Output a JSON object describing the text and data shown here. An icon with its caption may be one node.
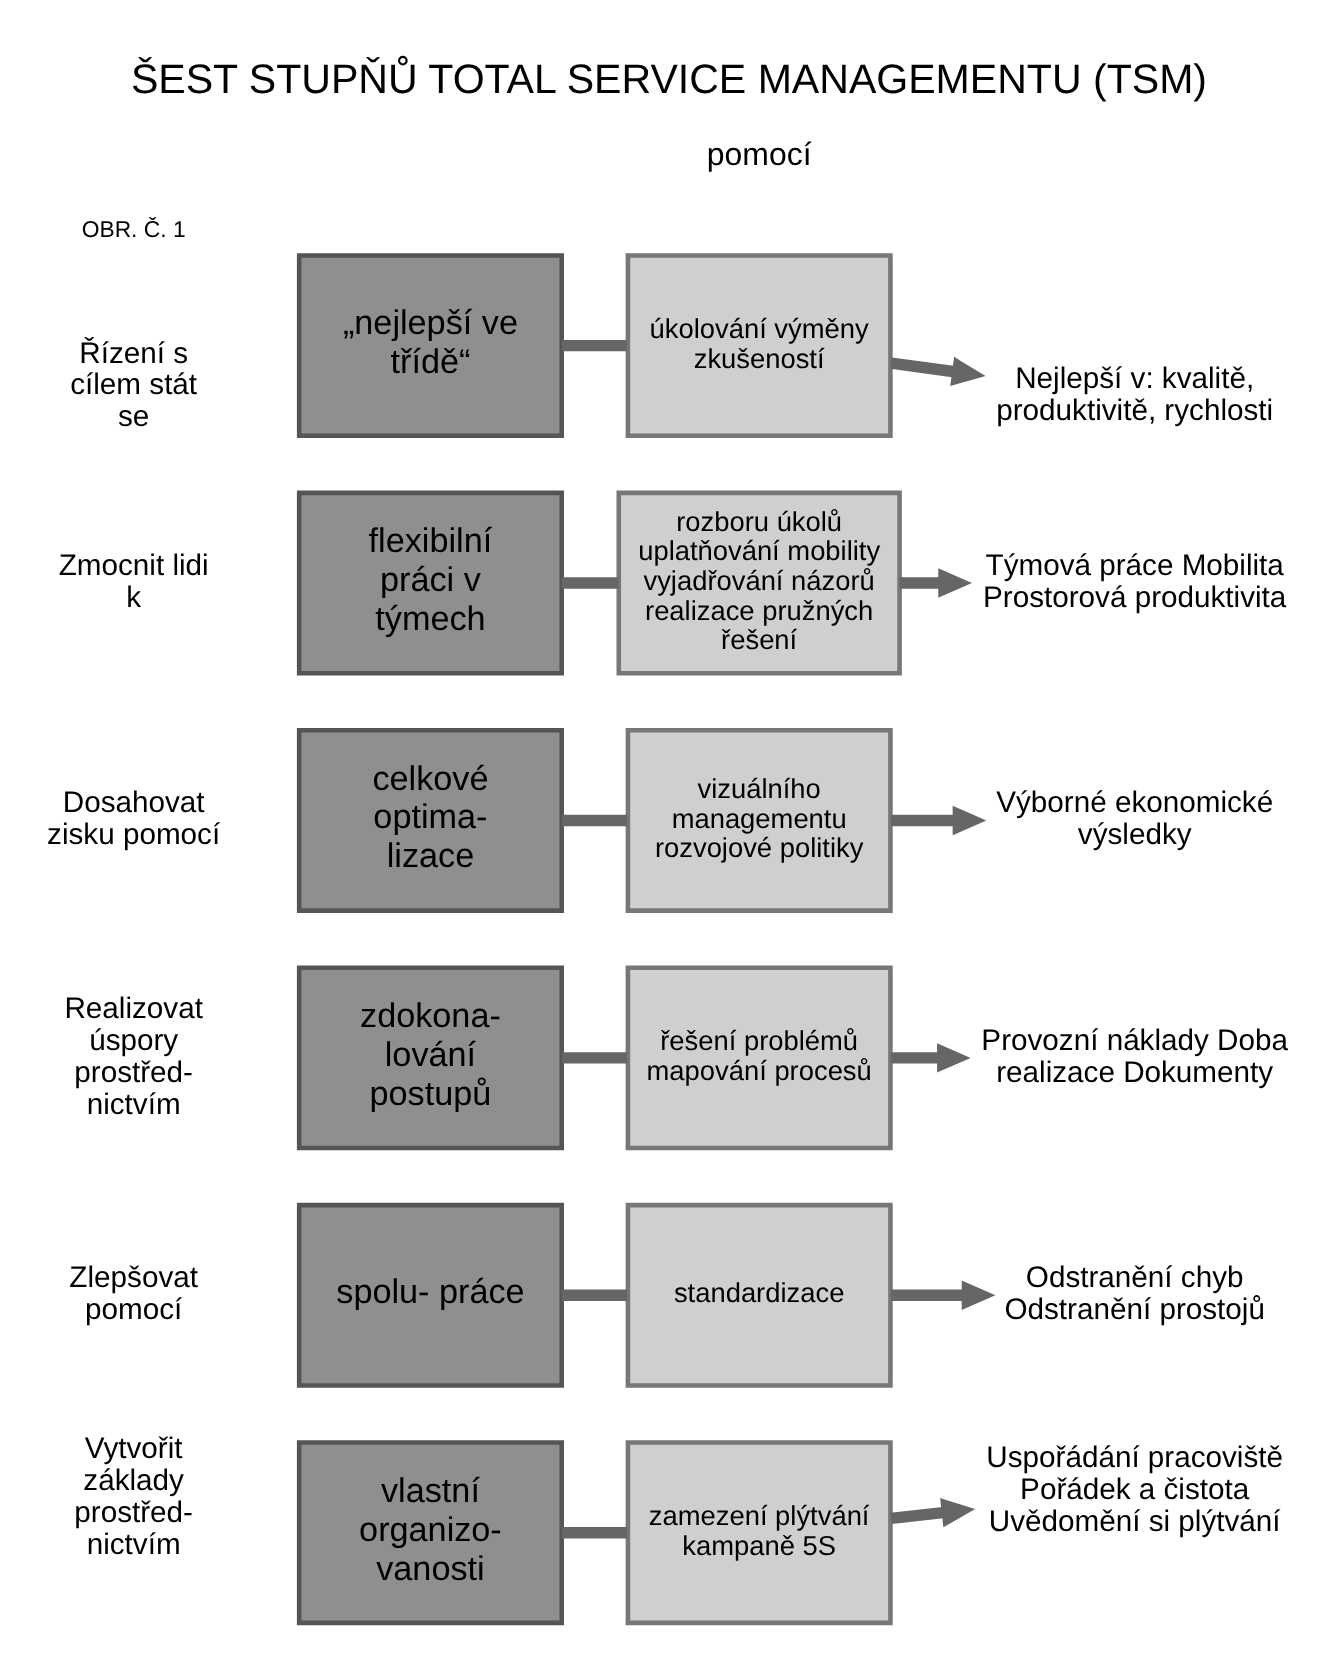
{
  "diagram": {
    "title": "ŠEST STUPŇŮ TOTAL SERVICE MANAGEMENTU (TSM)",
    "nodes": [
      {
        "text": [
          "„nejlepší ve třídě“"
        ],
        "beside": [
          "Řízení s cílem stát se"
        ]
      },
      {
        "text": [
          "úkolování výměny zkušeností"
        ]
      },
      {
        "text": [
          "Nejlepší v: kvalitě, produktivitě, rychlosti"
        ]
      },
      {
        "text": [
          "flexibilní práci v týmech"
        ],
        "beside": [
          "Zmocnit lidi k"
        ]
      },
      {
        "text": [
          "rozboru úkolů uplatňování mobility vyjadřování názorů realizace pružných řešení"
        ]
      },
      {
        "text": [
          "Týmová práce Mobilita Prostorová produktivita"
        ]
      },
      {
        "text": [
          "celkové optima- lizace"
        ],
        "beside": [
          "Dosahovat zisku pomocí"
        ]
      },
      {
        "text": [
          "vizuálního managementu rozvojové politiky"
        ]
      },
      {
        "text": [
          "Výborné ekonomické výsledky"
        ]
      },
      {
        "text": [
          "zdokona- lování postupů"
        ],
        "beside": [
          "Realizovat úspory prostřed- nictvím"
        ]
      },
      {
        "text": [
          "řešení problémů mapování procesů"
        ]
      },
      {
        "text": [
          "Provozní náklady Doba realizace Dokumenty"
        ]
      },
      {
        "text": [
          "spolu- práce"
        ],
        "beside": [
          "Zlepšovat pomocí"
        ]
      },
      {
        "text": [
          "standardizace"
        ]
      },
      {
        "text": [
          "Odstranění chyb Odstranění prostojů"
        ]
      },
      {
        "text": [
          "vlastní organizo- vanosti"
        ],
        "beside": [
          "Vytvořit základy prostřed- nictvím"
        ]
      },
      {
        "text": [
          "zamezení plýtvání kampaně 5S"
        ]
      },
      {
        "text": [
          "Uspořádání pracoviště Pořádek a čistota Uvědomění si plýtvání"
        ]
      }
    ],
    "edges": [
      {
        "from": 0,
        "to": 1,
        "arrow": "none"
      },
      {
        "from": 1,
        "to": 2,
        "arrow": "to"
      },
      {
        "from": 3,
        "to": 4,
        "arrow": "none"
      },
      {
        "from": 4,
        "to": 5,
        "arrow": "to"
      },
      {
        "from": 6,
        "to": 7,
        "arrow": "none"
      },
      {
        "from": 7,
        "to": 8,
        "arrow": "to"
      },
      {
        "from": 9,
        "to": 10,
        "arrow": "none"
      },
      {
        "from": 10,
        "to": 11,
        "arrow": "to"
      },
      {
        "from": 12,
        "to": 13,
        "arrow": "none"
      },
      {
        "from": 13,
        "to": 14,
        "arrow": "to"
      },
      {
        "from": 15,
        "to": 16,
        "arrow": "none"
      },
      {
        "from": 16,
        "to": 17,
        "arrow": "to"
      }
    ],
    "labels": [
      "OBR. Č. 1",
      "pomocí"
    ]
  }
}
